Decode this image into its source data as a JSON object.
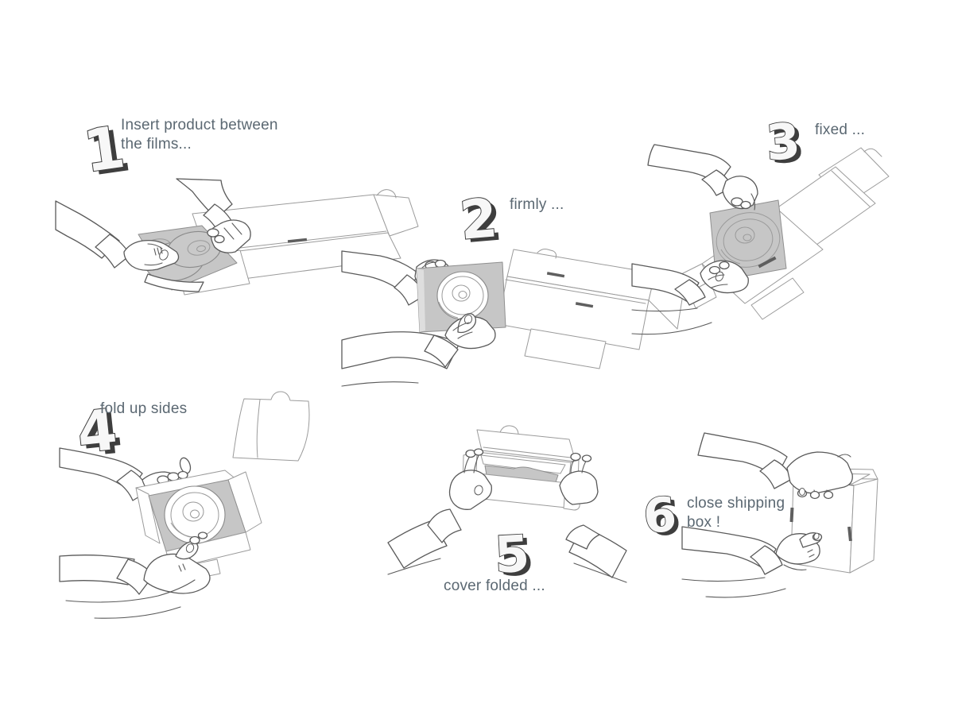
{
  "colors": {
    "background": "#ffffff",
    "label_text": "#5b6872",
    "number_ink": "#3e3e3e",
    "film_gray": "#c6c6c6",
    "line_dark": "#5a5a5a",
    "line_light": "#9b9b9b"
  },
  "steps": [
    {
      "number": "1",
      "label": "Insert product between the films...",
      "scene": "two hands placing coiled product onto gray film over flat carton blank"
    },
    {
      "number": "2",
      "label": "firmly ...",
      "scene": "hands pressing product firmly between the films, blank extended right"
    },
    {
      "number": "3",
      "label": "fixed ...",
      "scene": "hands holding film panel with product fixed, carton blank tilted up"
    },
    {
      "number": "4",
      "label": "fold up sides",
      "scene": "hands folding carton sides up around the product tray"
    },
    {
      "number": "5",
      "label": "cover folded ...",
      "scene": "two hands folding the cover over the edge-on box"
    },
    {
      "number": "6",
      "label": "close shipping box !",
      "scene": "hands closing the upright shipping box"
    }
  ]
}
